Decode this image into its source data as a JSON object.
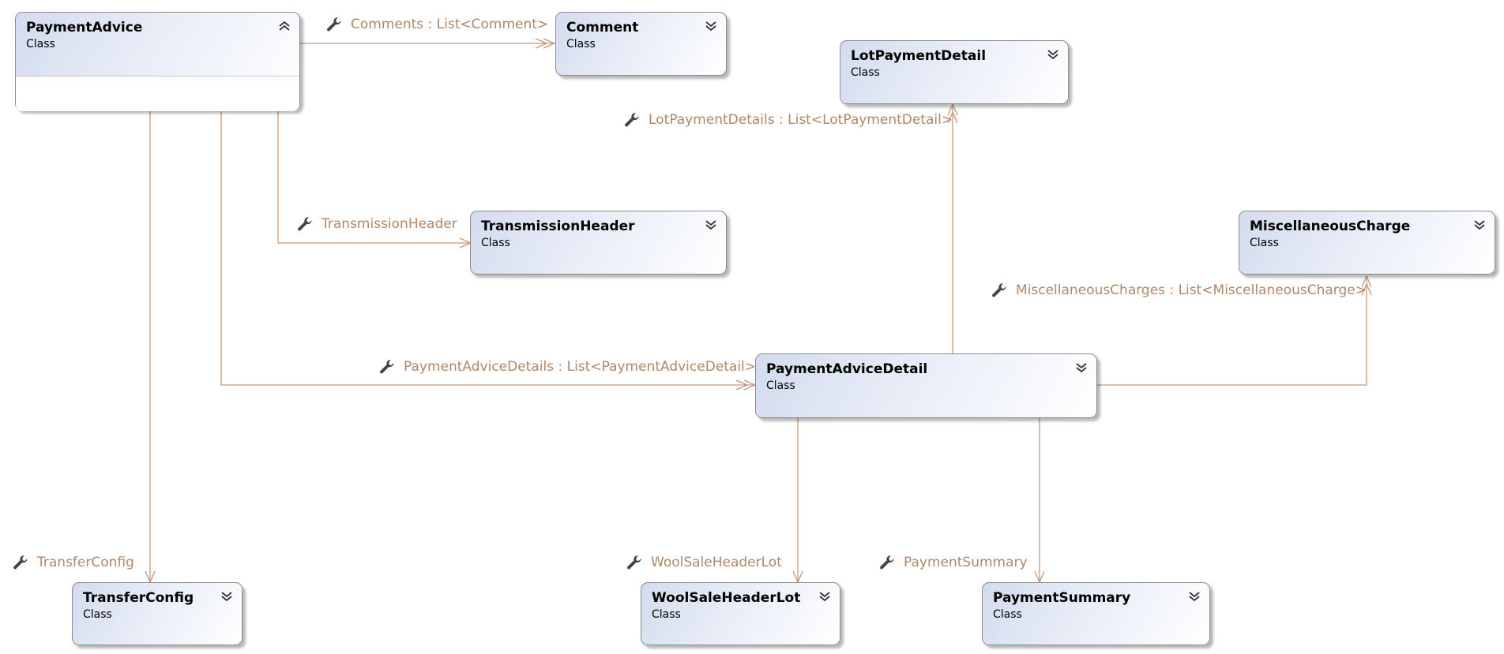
{
  "classes": [
    {
      "id": "payment-advice",
      "name": "PaymentAdvice",
      "stereotype": "Class",
      "collapse": "up"
    },
    {
      "id": "comment",
      "name": "Comment",
      "stereotype": "Class",
      "collapse": "down"
    },
    {
      "id": "lot-payment-detail",
      "name": "LotPaymentDetail",
      "stereotype": "Class",
      "collapse": "down"
    },
    {
      "id": "transmission-header",
      "name": "TransmissionHeader",
      "stereotype": "Class",
      "collapse": "down"
    },
    {
      "id": "miscellaneous-charge",
      "name": "MiscellaneousCharge",
      "stereotype": "Class",
      "collapse": "down"
    },
    {
      "id": "payment-advice-detail",
      "name": "PaymentAdviceDetail",
      "stereotype": "Class",
      "collapse": "down"
    },
    {
      "id": "transfer-config",
      "name": "TransferConfig",
      "stereotype": "Class",
      "collapse": "down"
    },
    {
      "id": "wool-sale-header-lot",
      "name": "WoolSaleHeaderLot",
      "stereotype": "Class",
      "collapse": "down"
    },
    {
      "id": "payment-summary",
      "name": "PaymentSummary",
      "stereotype": "Class",
      "collapse": "down"
    }
  ],
  "associations": [
    {
      "id": "comments",
      "label": "Comments : List<Comment>",
      "from": "PaymentAdvice",
      "to": "Comment"
    },
    {
      "id": "lot-payment-details",
      "label": "LotPaymentDetails : List<LotPaymentDetail>",
      "from": "PaymentAdviceDetail",
      "to": "LotPaymentDetail"
    },
    {
      "id": "transmission-header",
      "label": "TransmissionHeader",
      "from": "PaymentAdvice",
      "to": "TransmissionHeader"
    },
    {
      "id": "miscellaneous-charges",
      "label": "MiscellaneousCharges : List<MiscellaneousCharge>",
      "from": "PaymentAdviceDetail",
      "to": "MiscellaneousCharge"
    },
    {
      "id": "payment-advice-details",
      "label": "PaymentAdviceDetails : List<PaymentAdviceDetail>",
      "from": "PaymentAdvice",
      "to": "PaymentAdviceDetail"
    },
    {
      "id": "transfer-config",
      "label": "TransferConfig",
      "from": "PaymentAdvice",
      "to": "TransferConfig"
    },
    {
      "id": "wool-sale-header-lot",
      "label": "WoolSaleHeaderLot",
      "from": "PaymentAdviceDetail",
      "to": "WoolSaleHeaderLot"
    },
    {
      "id": "payment-summary",
      "label": "PaymentSummary",
      "from": "PaymentAdviceDetail",
      "to": "PaymentSummary"
    }
  ],
  "colors": {
    "connector": "#c5977a",
    "label": "#b0876a",
    "shape_border": "#8c8c8c",
    "gradient_start": "#d3dcee"
  }
}
